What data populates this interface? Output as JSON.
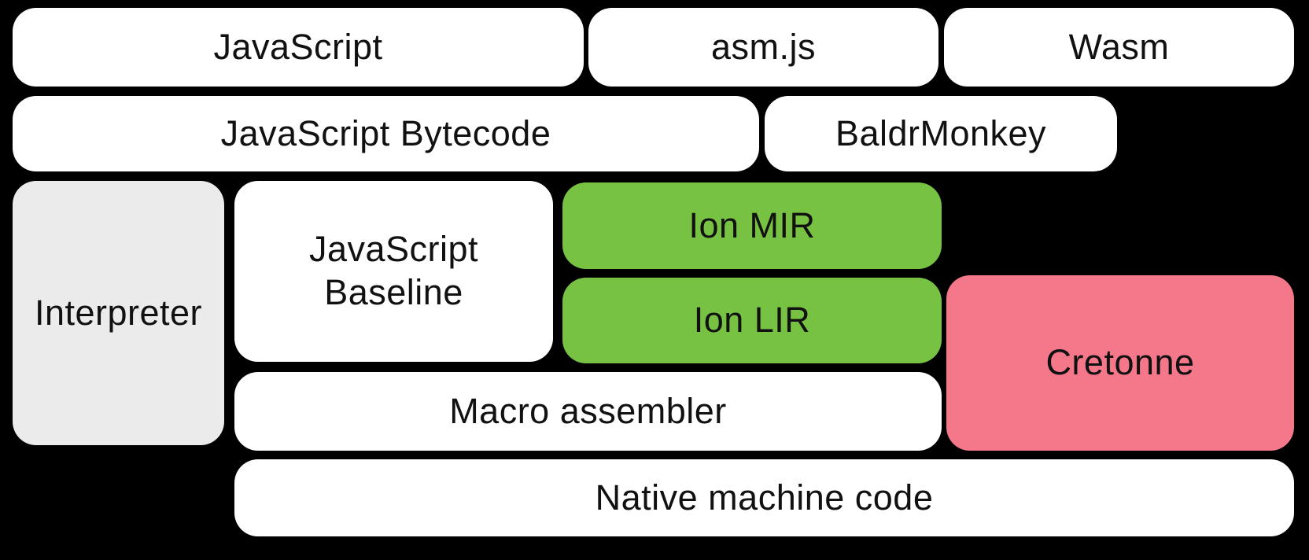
{
  "diagram": {
    "colors": {
      "background": "#000000",
      "box_white": "#FFFFFF",
      "box_gray": "#EBEBEB",
      "box_green": "#77C143",
      "box_pink": "#F4778A",
      "text": "#111111"
    },
    "blocks": [
      {
        "id": "javascript",
        "label": "JavaScript",
        "color": "box_white"
      },
      {
        "id": "asmjs",
        "label": "asm.js",
        "color": "box_white"
      },
      {
        "id": "wasm",
        "label": "Wasm",
        "color": "box_white"
      },
      {
        "id": "js-bytecode",
        "label": "JavaScript Bytecode",
        "color": "box_white"
      },
      {
        "id": "baldrmonkey",
        "label": "BaldrMonkey",
        "color": "box_white"
      },
      {
        "id": "interpreter",
        "label": "Interpreter",
        "color": "box_gray"
      },
      {
        "id": "js-baseline",
        "label": "JavaScript\nBaseline",
        "color": "box_white"
      },
      {
        "id": "ion-mir",
        "label": "Ion MIR",
        "color": "box_green"
      },
      {
        "id": "ion-lir",
        "label": "Ion LIR",
        "color": "box_green"
      },
      {
        "id": "cretonne",
        "label": "Cretonne",
        "color": "box_pink"
      },
      {
        "id": "macro-assembler",
        "label": "Macro assembler",
        "color": "box_white"
      },
      {
        "id": "native-machine-code",
        "label": "Native machine code",
        "color": "box_white"
      }
    ]
  }
}
